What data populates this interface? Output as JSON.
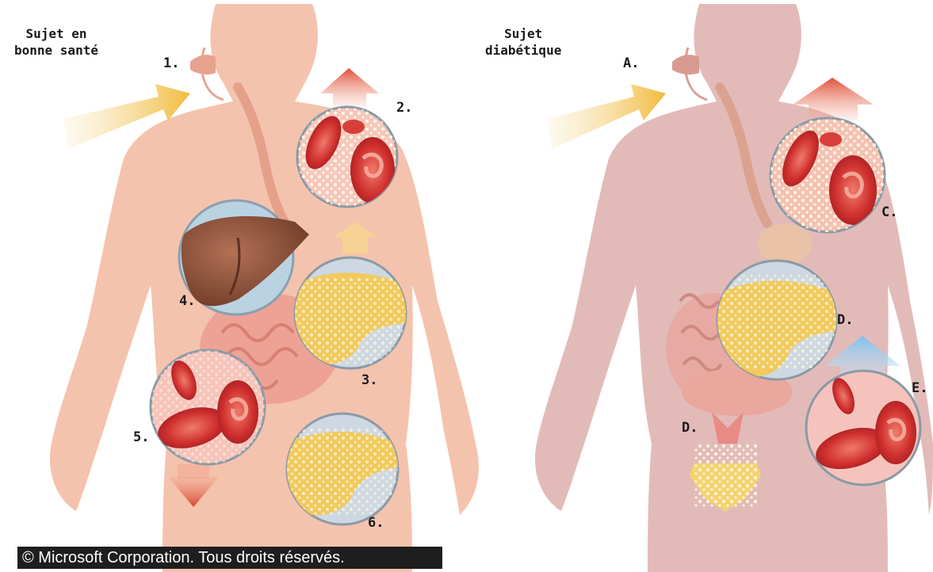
{
  "panels": {
    "healthy": {
      "title": "Sujet en\nbonne santé",
      "labels": {
        "l1": "1.",
        "l2": "2.",
        "l3": "3.",
        "l4": "4.",
        "l5": "5.",
        "l6": "6."
      }
    },
    "diabetic": {
      "title": "Sujet\ndiabétique",
      "labels": {
        "A": "A.",
        "C": "C.",
        "D1": "D.",
        "D2": "D.",
        "E": "E."
      }
    }
  },
  "copyright": "© Microsoft Corporation. Tous droits réservés.",
  "colors": {
    "skin_healthy": "#f4c3ad",
    "skin_diabetic": "#e2bbb9",
    "blood_cell": "#c8272c",
    "glucose_arrow": "#f3c44f",
    "pancreas": "#f1c95c",
    "liver": "#8a5038",
    "red_arrow": "#e35a3f",
    "blue_arrow": "#8fc8f0"
  }
}
